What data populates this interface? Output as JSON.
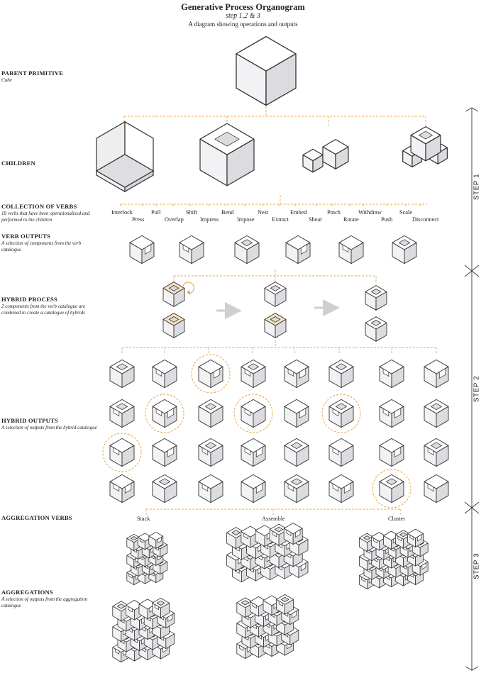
{
  "header": {
    "title": "Generative Process Organogram",
    "subtitle": "step 1,2 & 3",
    "description": "A diagram showing operations and outputs"
  },
  "sections": {
    "parent": {
      "title": "PARENT PRIMITIVE",
      "desc": "Cube"
    },
    "children": {
      "title": "CHILDREN"
    },
    "verbs": {
      "title": "COLLECTION OF VERBS",
      "desc": "18 verbs that have been operationalised and performed to the children"
    },
    "verb_outputs": {
      "title": "VERB OUTPUTS",
      "desc": "A selection of components from the verb catalogue"
    },
    "hybrid_process": {
      "title": "HYBRID PROCESS",
      "desc": "2 components from the verb catalogue are combined to create a catalogue of hybrids"
    },
    "hybrid_outputs": {
      "title": "HYBRID OUTPUTS",
      "desc": "A selection of outputs from the hybrid catalogue"
    },
    "aggregation_verbs": {
      "title": "AGGREGATION VERBS"
    },
    "aggregations": {
      "title": "AGGREGATIONS",
      "desc": "A selection of outputs from the aggregation catalogue"
    }
  },
  "verbs_top": [
    "Interlock",
    "Pull",
    "Shift",
    "Bend",
    "Nest",
    "Embed",
    "Pinch",
    "Withdraw",
    "Scale"
  ],
  "verbs_bottom": [
    "Press",
    "Overlap",
    "Impress",
    "Impose",
    "Extract",
    "Shear",
    "Rotate",
    "Push",
    "Disconnect"
  ],
  "aggregation_verbs": [
    "Stack",
    "Assemble",
    "Cluster"
  ],
  "steps": [
    "STEP 1",
    "STEP 2",
    "STEP 3"
  ],
  "colors": {
    "accent": "#e8a84a",
    "line": "#333333",
    "face_top": "#ffffff",
    "face_left": "#f2f2f4",
    "face_right": "#dcdce0",
    "arrow": "#cfcfcf"
  },
  "icons": [
    "cube-icon",
    "rotate-arrow-icon",
    "arrow-right-icon",
    "step-arrow-icon"
  ]
}
